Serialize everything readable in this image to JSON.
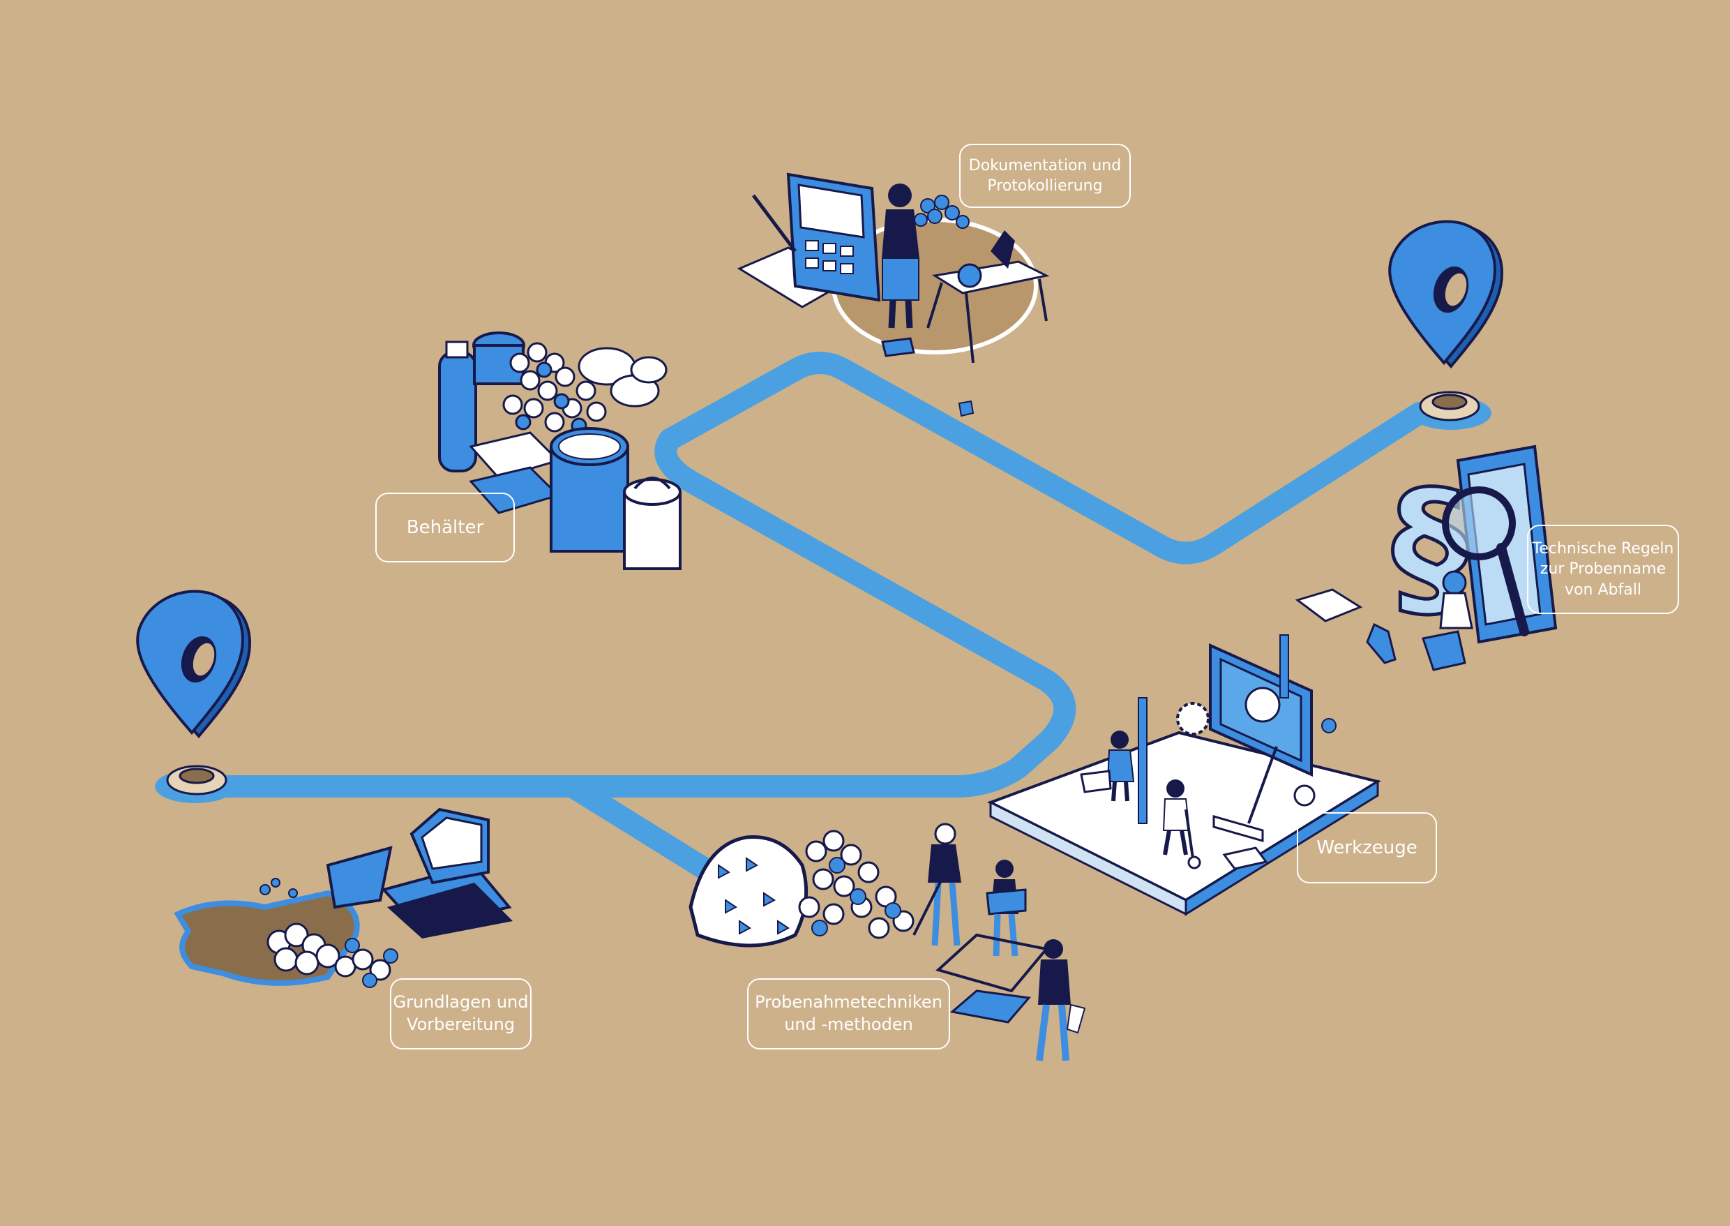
{
  "colors": {
    "background": "#cdb18a",
    "path": "#4aa0e0",
    "pin": "#3d8ee0",
    "pin_dark": "#1f5fb0",
    "ink": "#17194a",
    "white": "#ffffff"
  },
  "stations": [
    {
      "id": "dokumentation",
      "lines": [
        "Dokumentation und",
        "Protokollierung"
      ],
      "icon": "documentation-desk-icon"
    },
    {
      "id": "behaelter",
      "lines": [
        "Behälter"
      ],
      "icon": "containers-icon"
    },
    {
      "id": "technische-regeln",
      "lines": [
        "Technische Regeln",
        "zur Probenname",
        "von Abfall"
      ],
      "icon": "paragraph-law-icon"
    },
    {
      "id": "werkzeuge",
      "lines": [
        "Werkzeuge"
      ],
      "icon": "tools-platform-icon"
    },
    {
      "id": "grundlagen",
      "lines": [
        "Grundlagen und",
        "Vorbereitung"
      ],
      "icon": "excavator-icon"
    },
    {
      "id": "probenahme",
      "lines": [
        "Probenahmetechniken",
        "und -methoden"
      ],
      "icon": "sampling-workers-icon"
    }
  ]
}
